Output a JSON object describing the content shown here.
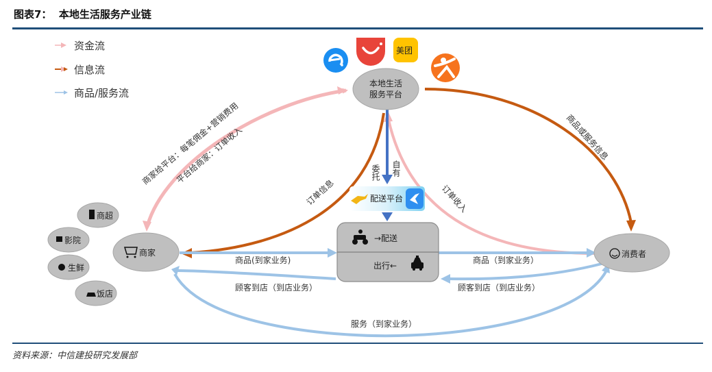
{
  "header": {
    "figure_no": "图表7：",
    "title": "本地生活服务产业链"
  },
  "legend": [
    {
      "label": "资金流",
      "color": "#f4b6b8"
    },
    {
      "label": "信息流",
      "color": "#c55a11"
    },
    {
      "label": "商品/服务流",
      "color": "#9dc3e6"
    }
  ],
  "colors": {
    "money": "#f4b6b8",
    "info": "#c55a11",
    "goods": "#9dc3e6",
    "delivery": "#4472c4",
    "node_fill": "#bfbfbf",
    "rule": "#1f4e79"
  },
  "nodes": {
    "platform": {
      "line1": "本地生活",
      "line2": "服务平台"
    },
    "merchant": {
      "label": "商家",
      "icon": "shopping-cart-icon"
    },
    "consumer": {
      "label": "消费者",
      "icon": "smiley-face-icon"
    },
    "delivery_platform": {
      "label": "配送平台"
    },
    "logistics_box": {
      "top": "→配送",
      "bottom": "出行←"
    },
    "merchant_types": [
      {
        "label": "商超",
        "icon": "building-icon"
      },
      {
        "label": "影院",
        "icon": "movie-camera-icon"
      },
      {
        "label": "生鲜",
        "icon": "grape-icon"
      },
      {
        "label": "饭店",
        "icon": "dish-icon"
      }
    ],
    "app_logos": [
      {
        "name": "eleme-logo-icon",
        "color": "#1a8ef1"
      },
      {
        "name": "koubei-logo-icon",
        "color": "#e8443a"
      },
      {
        "name": "meituan-logo-icon",
        "color": "#ffc300",
        "text": "美团"
      },
      {
        "name": "dianping-logo-icon",
        "color": "#f6731e"
      }
    ]
  },
  "edges": {
    "merchant_to_platform": "商家给平台：每笔佣金+营销费用",
    "platform_to_merchant": "平台给商家：订单收入",
    "platform_to_consumer": "商品或服务信息",
    "order_info": "订单信息",
    "order_income": "订单收入",
    "entrusted": "委托",
    "self_owned": "自有",
    "goods_home_left": "商品(到家业务)",
    "goods_home_right": "商品（到家业务）",
    "customer_store_left": "顾客到店（到店业务）",
    "customer_store_right": "顾客到店（到店业务）",
    "service_home": "服务（到家业务）"
  },
  "footer": {
    "source": "资料来源：中信建投研究发展部"
  }
}
